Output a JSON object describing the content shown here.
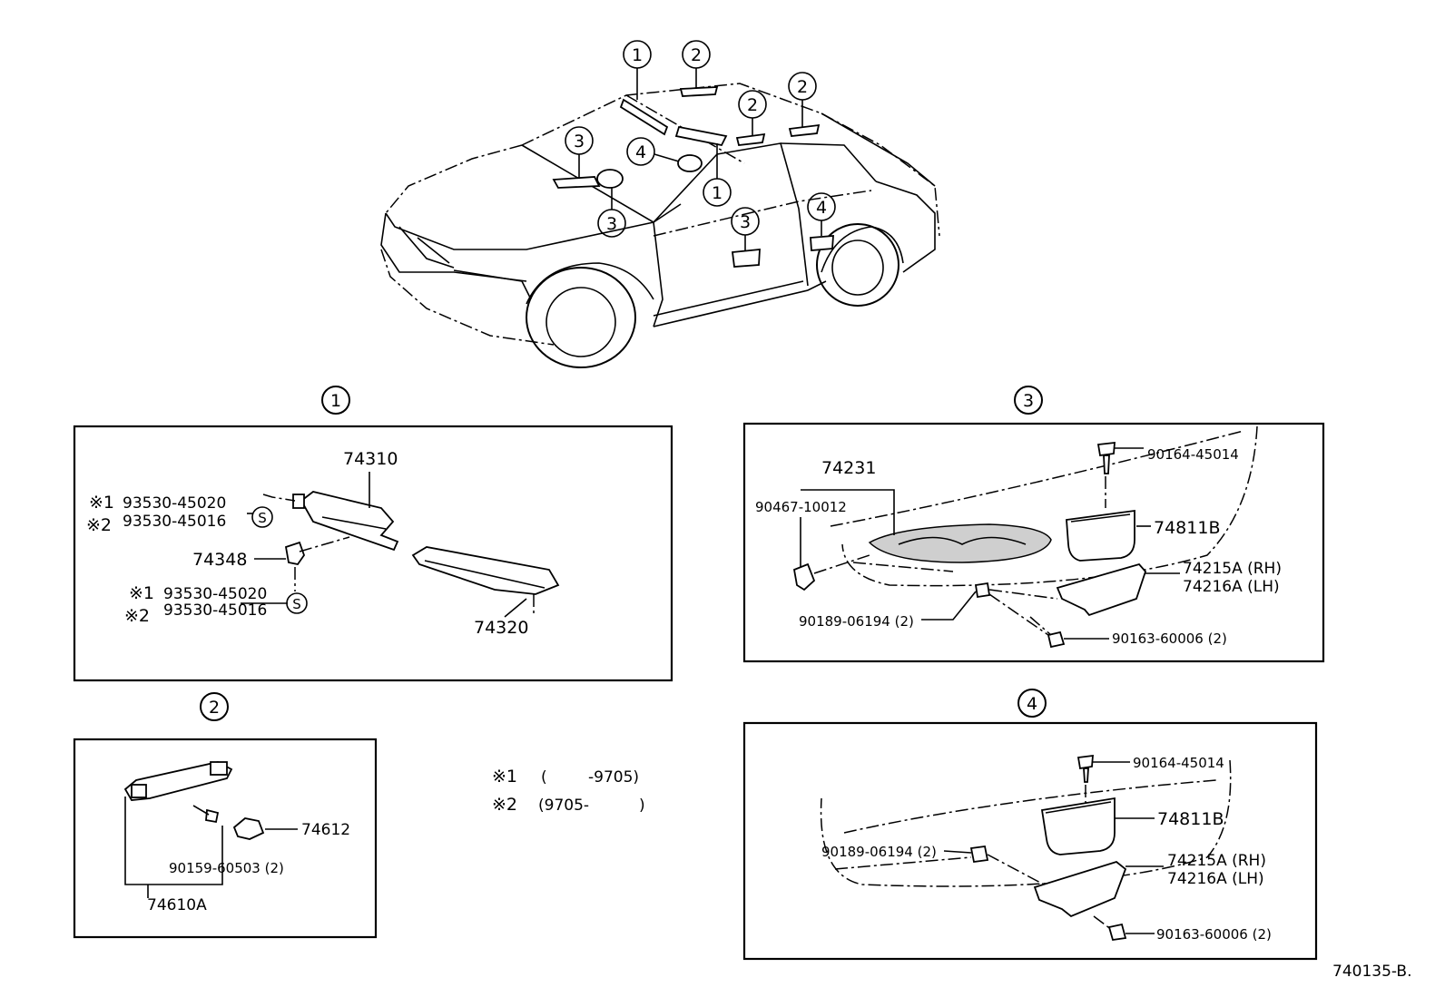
{
  "car_callouts": {
    "c1a": "1",
    "c2a": "2",
    "c2b": "2",
    "c2c": "2",
    "c3a": "3",
    "c4a": "4",
    "c1b": "1",
    "c3b": "3",
    "c3c": "3",
    "c4b": "4"
  },
  "sections": {
    "s1": "1",
    "s2": "2",
    "s3": "3",
    "s4": "4"
  },
  "section1": {
    "p74310": "74310",
    "p74348": "74348",
    "p74320": "74320",
    "note1_top": "※1",
    "note2_top": "※2",
    "pn_top1": "93530-45020",
    "pn_top2": "93530-45016",
    "note1_bot": "※1",
    "note2_bot": "※2",
    "pn_bot1": "93530-45020",
    "pn_bot2": "93530-45016",
    "s_mark1": "S",
    "s_mark2": "S"
  },
  "section2": {
    "p74612": "74612",
    "pn_screw": "90159-60503 (2)",
    "p74610A": "74610A"
  },
  "notes": {
    "n1_mark": "※1",
    "n1_open": "(",
    "n1_val": "-9705)",
    "n2_mark": "※2",
    "n2_val": "(9705-",
    "n2_close": ")"
  },
  "section3": {
    "p74231": "74231",
    "pn_clip": "90467-10012",
    "pn_bolt": "90164-45014",
    "p74811B": "74811B",
    "p74215A": "74215A (RH)",
    "p74216A": "74216A (LH)",
    "pn_nut": "90189-06194 (2)",
    "pn_screw": "90163-60006 (2)"
  },
  "section4": {
    "pn_bolt": "90164-45014",
    "p74811B": "74811B",
    "pn_nut": "90189-06194 (2)",
    "p74215A": "74215A (RH)",
    "p74216A": "74216A (LH)",
    "pn_screw": "90163-60006 (2)"
  },
  "figure_id": "740135-B."
}
